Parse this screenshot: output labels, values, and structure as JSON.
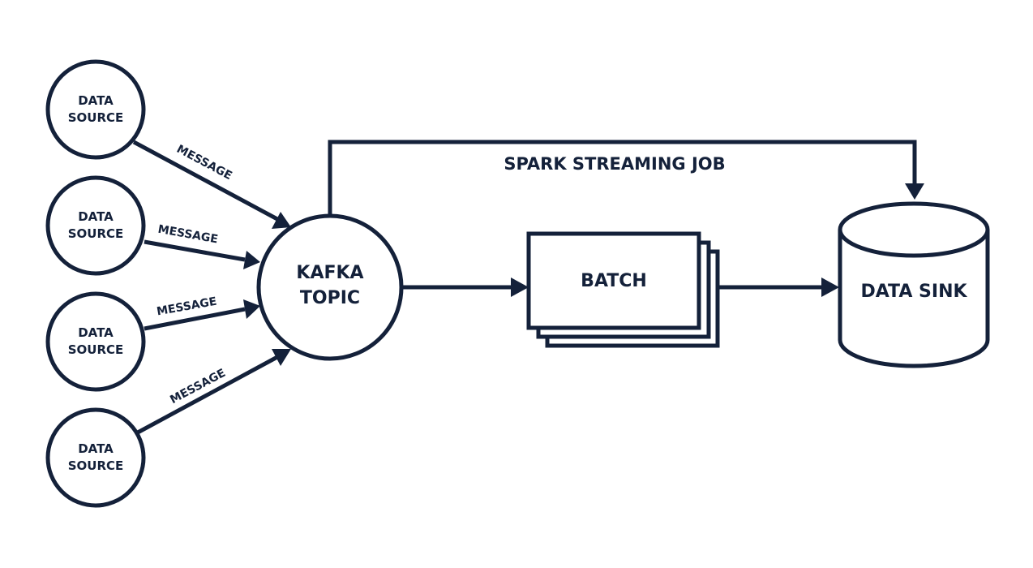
{
  "colors": {
    "ink": "#14213a",
    "background": "#ffffff"
  },
  "sources": [
    {
      "line1": "DATA",
      "line2": "SOURCE",
      "message": "MESSAGE"
    },
    {
      "line1": "DATA",
      "line2": "SOURCE",
      "message": "MESSAGE"
    },
    {
      "line1": "DATA",
      "line2": "SOURCE",
      "message": "MESSAGE"
    },
    {
      "line1": "DATA",
      "line2": "SOURCE",
      "message": "MESSAGE"
    }
  ],
  "kafka": {
    "line1": "KAFKA",
    "line2": "TOPIC"
  },
  "batch": {
    "label": "BATCH"
  },
  "sink": {
    "label": "DATA SINK"
  },
  "streaming_job": {
    "label": "SPARK STREAMING JOB"
  }
}
